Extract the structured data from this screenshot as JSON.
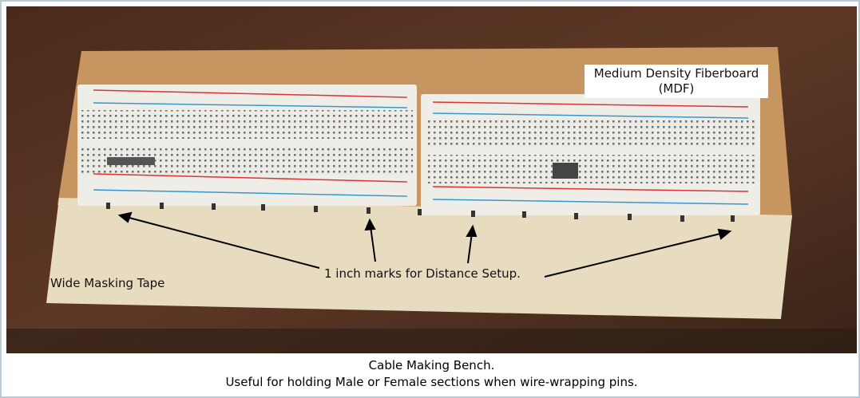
{
  "photo": {
    "mdf_label_line1": "Medium Density Fiberboard",
    "mdf_label_line2": "(MDF)",
    "tape_label": "Wide Masking Tape",
    "marks_label": "1 inch marks for Distance Setup."
  },
  "caption": {
    "title": "Cable Making Bench.",
    "subtitle": "Useful for holding Male or Female sections when wire-wrapping pins."
  }
}
